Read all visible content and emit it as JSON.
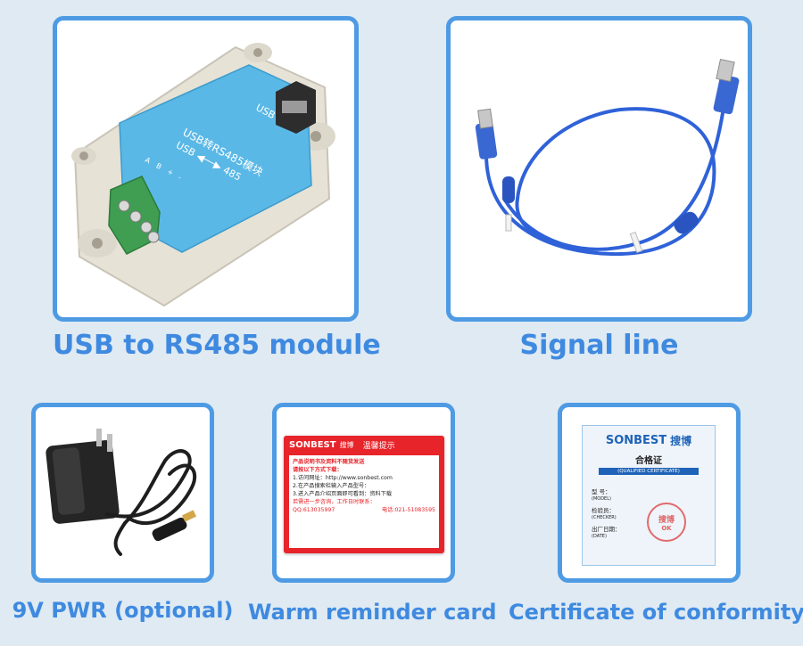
{
  "items": [
    {
      "caption": "USB to RS485 module"
    },
    {
      "caption": "Signal line"
    },
    {
      "caption": "9V PWR (optional)"
    },
    {
      "caption": "Warm reminder card"
    },
    {
      "caption": "Certificate of conformity"
    }
  ],
  "module": {
    "title_cn": "USB转RS485模块",
    "direction": "USB ◀──▶ 485",
    "usb_label": "USB",
    "terminal_labels": [
      "A",
      "B",
      "+",
      "-"
    ]
  },
  "reminder_card": {
    "brand": "SONBEST",
    "brand_cn": "搜博",
    "header_cn": "温馨提示",
    "line1": "产品说明书及资料不随货发送",
    "line2": "请按以下方式下载：",
    "step1": "1.访问网址：http://www.sonbest.com",
    "step2": "2.在产品搜索栏输入产品型号：",
    "step3": "3.进入产品介绍页面即可看到：资料下载",
    "consult": "若需进一步咨询，工作日时联系：",
    "qq": "QQ:613035997",
    "phone": "电话:021-51083595"
  },
  "certificate": {
    "brand": "SONBEST",
    "brand_cn": "搜博",
    "title_cn": "合格证",
    "title_en": "(QUALIFIED CERTIFICATE)",
    "model_cn": "型    号：",
    "model_en": "(MODEL)",
    "checker_cn": "检验员：",
    "checker_en": "(CHECKER)",
    "date_cn": "出厂日期：",
    "date_en": "(DATE)",
    "stamp_text": "搜博",
    "stamp_ok": "OK"
  },
  "colors": {
    "card_border": "#4e9be4",
    "caption": "#3f8ae0",
    "background": "#dfeaf3",
    "module_label": "#5ab8e6",
    "reminder_red": "#e8242b",
    "cable_blue": "#2f62d8"
  }
}
